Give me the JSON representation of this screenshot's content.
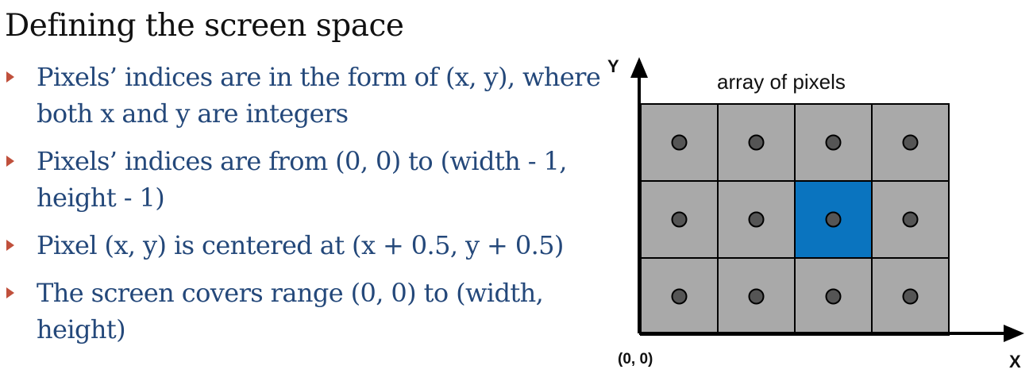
{
  "slide": {
    "title": "Defining the screen space",
    "bullets": [
      "Pixels’ indices are in the form of (x, y), where both x and y are integers",
      "Pixels’ indices are from (0, 0) to (width - 1, height - 1)",
      "Pixel (x, y) is centered at (x + 0.5, y + 0.5)",
      "The screen covers range (0, 0) to (width, height)"
    ],
    "bullet_icon": "triangle-right-icon"
  },
  "diagram": {
    "caption": "array of pixels",
    "y_axis_label": "Y",
    "x_axis_label": "X",
    "origin_label": "(0, 0)",
    "grid": {
      "columns": 4,
      "rows": 3
    },
    "highlighted_pixel": {
      "column": 2,
      "row": 1
    },
    "colors": {
      "cell_fill": "#a9a9a9",
      "highlight_fill": "#0a74bf",
      "center_dot": "#555555",
      "grid_line": "#000000",
      "bullet_marker": "#c0503c",
      "bullet_text": "#24487a"
    }
  }
}
